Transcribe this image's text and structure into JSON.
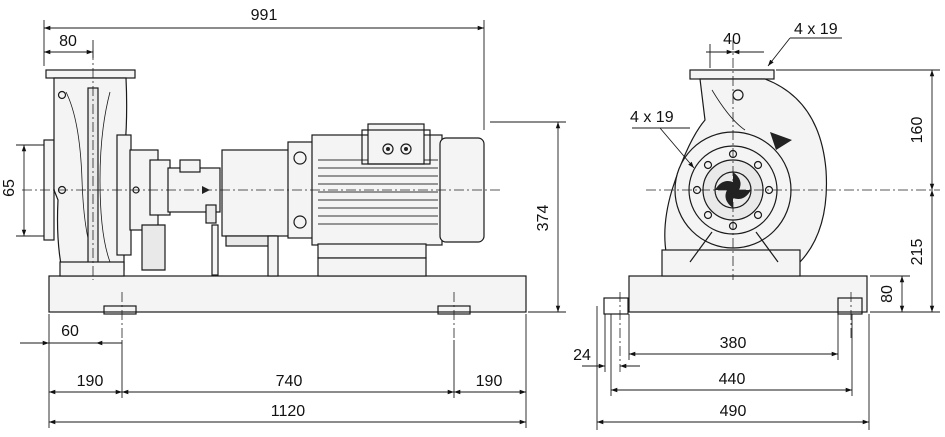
{
  "dimensions": {
    "d991": "991",
    "d80_top": "80",
    "d65": "65",
    "d374": "374",
    "d60": "60",
    "d190_left": "190",
    "d740": "740",
    "d190_right": "190",
    "d1120": "1120",
    "d40": "40",
    "d4x19_top": "4 x 19",
    "d4x19_mid": "4 x 19",
    "d160": "160",
    "d215": "215",
    "d80_right": "80",
    "d24": "24",
    "d380": "380",
    "d440": "440",
    "d490": "490"
  }
}
